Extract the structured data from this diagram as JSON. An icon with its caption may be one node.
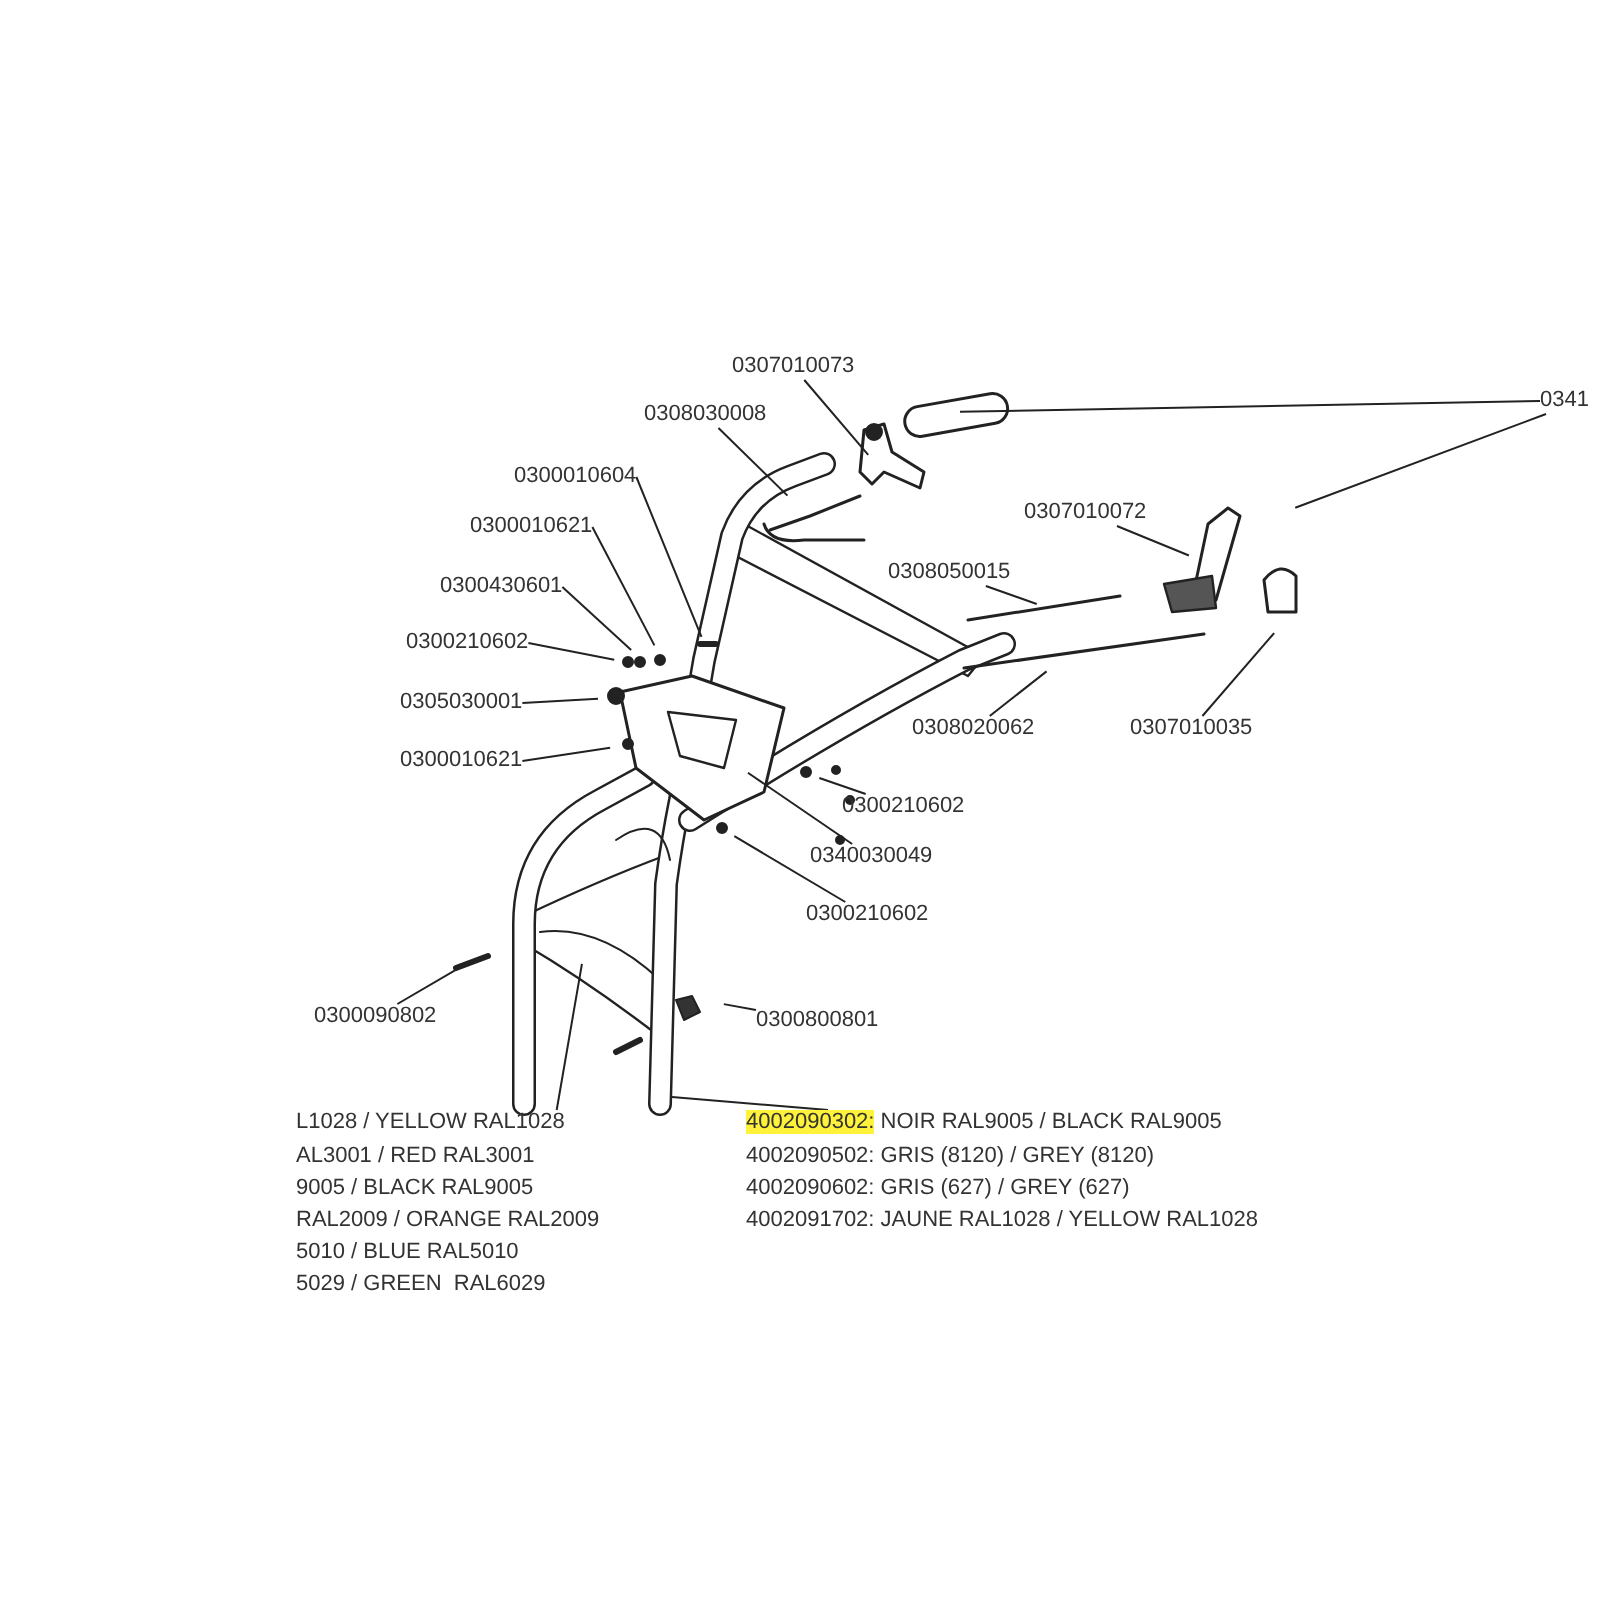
{
  "diagram": {
    "nodes": [
      {
        "text": [
          "0307010073"
        ]
      },
      {
        "text": [
          "0308030008"
        ]
      },
      {
        "text": [
          "0300010604"
        ]
      },
      {
        "text": [
          "0300010621"
        ]
      },
      {
        "text": [
          "0300430601"
        ]
      },
      {
        "text": [
          "0300210602"
        ]
      },
      {
        "text": [
          "0305030001"
        ]
      },
      {
        "text": [
          "0300010621"
        ]
      },
      {
        "text": [
          "0341"
        ]
      },
      {
        "text": [
          "0307010072"
        ]
      },
      {
        "text": [
          "0308050015"
        ]
      },
      {
        "text": [
          "0308020062"
        ]
      },
      {
        "text": [
          "0307010035"
        ]
      },
      {
        "text": [
          "0300210602"
        ]
      },
      {
        "text": [
          "0340030049"
        ]
      },
      {
        "text": [
          "0300210602"
        ]
      },
      {
        "text": [
          "0300090802"
        ]
      },
      {
        "text": [
          "0300800801"
        ]
      },
      {
        "text": [
          "L1028 / YELLOW RAL1028"
        ]
      },
      {
        "text": [
          "4002090302:",
          "NOIR RAL9005 / BLACK RAL9005"
        ]
      }
    ],
    "edges": [
      {
        "from": 0,
        "to": null,
        "arrow": "none"
      },
      {
        "from": 1,
        "to": null,
        "arrow": "none"
      },
      {
        "from": 2,
        "to": null,
        "arrow": "none"
      },
      {
        "from": 3,
        "to": null,
        "arrow": "none"
      },
      {
        "from": 4,
        "to": null,
        "arrow": "none"
      },
      {
        "from": 5,
        "to": null,
        "arrow": "none"
      },
      {
        "from": 6,
        "to": null,
        "arrow": "none"
      },
      {
        "from": 7,
        "to": null,
        "arrow": "none"
      },
      {
        "from": 8,
        "to": null,
        "arrow": "none"
      },
      {
        "from": 8,
        "to": null,
        "arrow": "none"
      },
      {
        "from": 9,
        "to": null,
        "arrow": "none"
      },
      {
        "from": 10,
        "to": null,
        "arrow": "none"
      },
      {
        "from": 11,
        "to": null,
        "arrow": "none"
      },
      {
        "from": 12,
        "to": null,
        "arrow": "none"
      },
      {
        "from": 13,
        "to": null,
        "arrow": "none"
      },
      {
        "from": 14,
        "to": null,
        "arrow": "none"
      },
      {
        "from": 15,
        "to": null,
        "arrow": "none"
      },
      {
        "from": 16,
        "to": null,
        "arrow": "none"
      },
      {
        "from": 17,
        "to": null,
        "arrow": "none"
      },
      {
        "from": 18,
        "to": null,
        "arrow": "none"
      },
      {
        "from": 19,
        "to": null,
        "arrow": "none"
      }
    ],
    "labels": [
      "AL3001 / RED RAL3001",
      "4002090502: GRIS (8120) / GREY (8120)",
      "9005 / BLACK RAL9005",
      "4002090602: GRIS (627) / GREY (627)",
      "RAL2009 / ORANGE RAL2009",
      "4002091702: JAUNE RAL1028 / YELLOW RAL1028",
      "5010 / BLUE RAL5010",
      "5029 / GREEN  RAL6029"
    ]
  }
}
